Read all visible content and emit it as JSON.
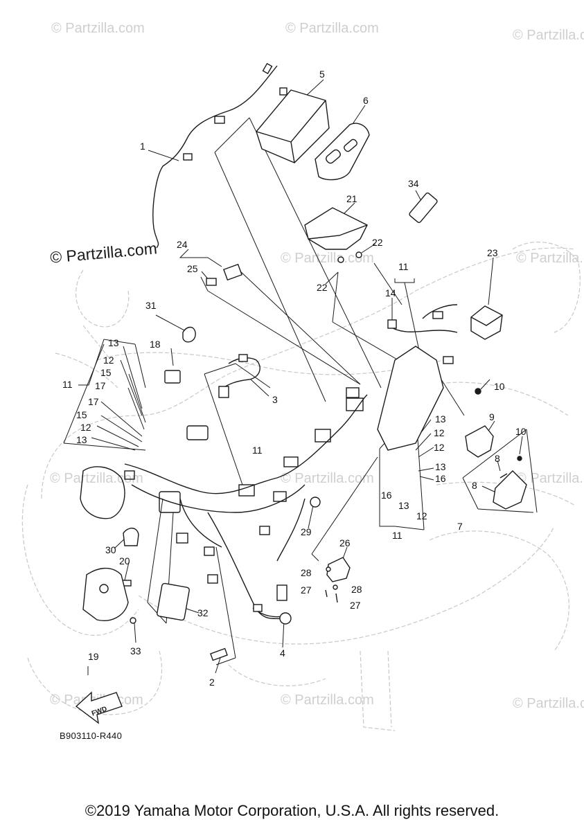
{
  "watermark_text": "© Partzilla.com",
  "diagram_code": "B903110-R440",
  "fwd_label": "FWD",
  "copyright": "©2019 Yamaha Motor Corporation, U.S.A. All rights reserved.",
  "callouts": [
    {
      "label": "1"
    },
    {
      "label": "2"
    },
    {
      "label": "3"
    },
    {
      "label": "4"
    },
    {
      "label": "5"
    },
    {
      "label": "6"
    },
    {
      "label": "7"
    },
    {
      "label": "8"
    },
    {
      "label": "8"
    },
    {
      "label": "9"
    },
    {
      "label": "10"
    },
    {
      "label": "10"
    },
    {
      "label": "11"
    },
    {
      "label": "11"
    },
    {
      "label": "11"
    },
    {
      "label": "11"
    },
    {
      "label": "12"
    },
    {
      "label": "12"
    },
    {
      "label": "12"
    },
    {
      "label": "12"
    },
    {
      "label": "12"
    },
    {
      "label": "13"
    },
    {
      "label": "13"
    },
    {
      "label": "13"
    },
    {
      "label": "13"
    },
    {
      "label": "13"
    },
    {
      "label": "14"
    },
    {
      "label": "15"
    },
    {
      "label": "15"
    },
    {
      "label": "16"
    },
    {
      "label": "16"
    },
    {
      "label": "17"
    },
    {
      "label": "17"
    },
    {
      "label": "18"
    },
    {
      "label": "19"
    },
    {
      "label": "20"
    },
    {
      "label": "21"
    },
    {
      "label": "22"
    },
    {
      "label": "22"
    },
    {
      "label": "23"
    },
    {
      "label": "24"
    },
    {
      "label": "25"
    },
    {
      "label": "26"
    },
    {
      "label": "27"
    },
    {
      "label": "27"
    },
    {
      "label": "28"
    },
    {
      "label": "28"
    },
    {
      "label": "29"
    },
    {
      "label": "30"
    },
    {
      "label": "31"
    },
    {
      "label": "32"
    },
    {
      "label": "33"
    },
    {
      "label": "34"
    }
  ],
  "colors": {
    "line": "#1a1a1a",
    "ghost": "#c8c8c8",
    "watermark": "#cfcfcf"
  }
}
